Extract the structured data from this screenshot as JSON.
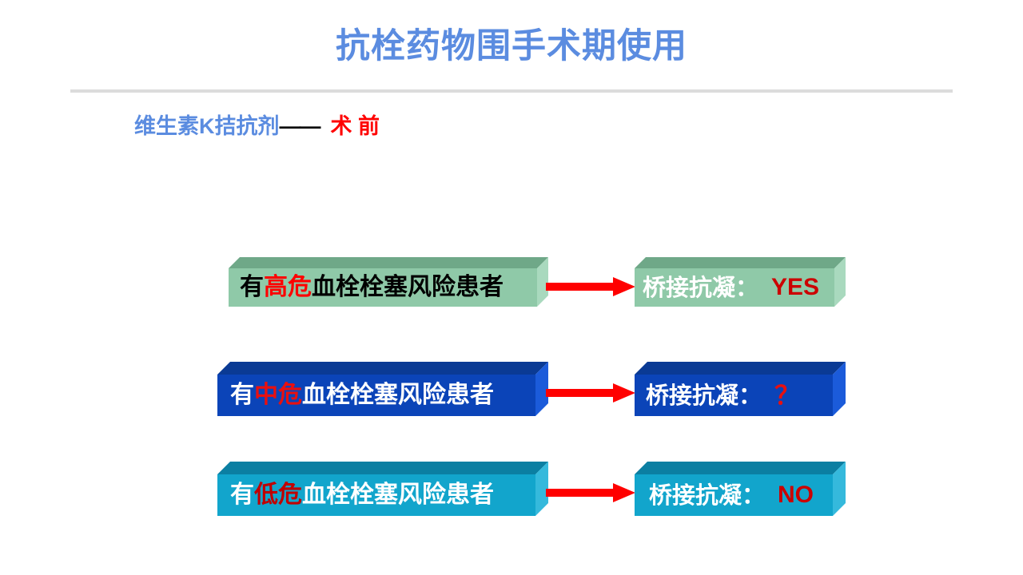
{
  "slide": {
    "title": "抗栓药物围手术期使用",
    "title_color": "#5B8CE0",
    "divider_color": "#DCDCDC",
    "background": "#FFFFFF"
  },
  "subtitle": {
    "label": "维生素K拮抗剂",
    "dash": "——",
    "phase": "术 前",
    "label_color": "#5B8CE0",
    "dash_color": "#000000",
    "phase_color": "#FF0000"
  },
  "rows": [
    {
      "id": "high-risk",
      "left_box": {
        "prefix": "有",
        "risk": "高危",
        "suffix": "血栓栓塞风险患者",
        "text_color": "#000000",
        "risk_color": "#FF0000",
        "face_color": "#8FC9A8",
        "top_color": "#6FA888",
        "side_color": "#A9D9BE"
      },
      "arrow": {
        "color": "#FF0000"
      },
      "right_box": {
        "label": "桥接抗凝：",
        "answer": "YES",
        "text_color": "#FFFFFF",
        "answer_color": "#CC0000",
        "face_color": "#8FC9A8",
        "top_color": "#6FA888",
        "side_color": "#A9D9BE"
      }
    },
    {
      "id": "moderate-risk",
      "left_box": {
        "prefix": "有",
        "risk": "中危",
        "suffix": "血栓栓塞风险患者",
        "text_color": "#FFFFFF",
        "risk_color": "#E81010",
        "face_color": "#0B44B8",
        "top_color": "#0A3A94",
        "side_color": "#1B5BDA"
      },
      "arrow": {
        "color": "#FF0000"
      },
      "right_box": {
        "label": "桥接抗凝：",
        "answer": "？",
        "text_color": "#FFFFFF",
        "answer_color": "#E81010",
        "face_color": "#0B44B8",
        "top_color": "#0A3A94",
        "side_color": "#1B5BDA"
      }
    },
    {
      "id": "low-risk",
      "left_box": {
        "prefix": "有",
        "risk": "低危",
        "suffix": "血栓栓塞风险患者",
        "text_color": "#FFFFFF",
        "risk_color": "#C00000",
        "face_color": "#12A5CC",
        "top_color": "#0B7FA2",
        "side_color": "#35B9DC"
      },
      "arrow": {
        "color": "#FF0000"
      },
      "right_box": {
        "label": "桥接抗凝：",
        "answer": "NO",
        "text_color": "#FFFFFF",
        "answer_color": "#CC0000",
        "face_color": "#12A5CC",
        "top_color": "#0B7FA2",
        "side_color": "#35B9DC"
      }
    }
  ]
}
